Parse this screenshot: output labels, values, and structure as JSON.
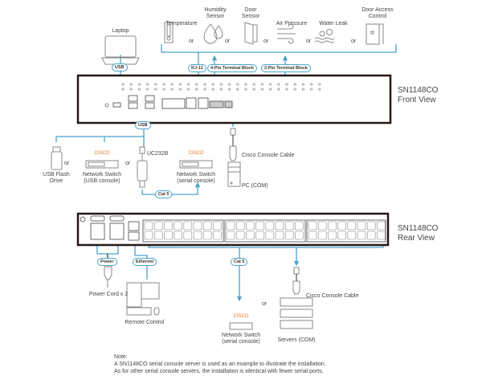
{
  "title": "SN1148CO installation diagram",
  "colors": {
    "line": "#4aa3cc",
    "device": "#231815",
    "icon": "#888888",
    "cisco": "#e8751a"
  },
  "sensors": [
    {
      "label": "Temperature",
      "icon": "thermometer-icon"
    },
    {
      "label": "Humidity\nSensor",
      "icon": "humidity-icon"
    },
    {
      "label": "Door\nSensor",
      "icon": "door-sensor-icon"
    },
    {
      "label": "Air Pressure",
      "icon": "wind-icon"
    },
    {
      "label": "Water Leak",
      "icon": "water-leak-icon"
    },
    {
      "label": "Door Access\nControl",
      "icon": "door-access-icon"
    }
  ],
  "or": "or",
  "pills": {
    "usb_laptop": "USB",
    "rj11": "RJ-11",
    "pin4": "4-Pin Terminal Block",
    "pin2": "2-Pin Terminal Block",
    "usb_front": "USB",
    "cat5_front": "Cat 5",
    "power": "Power",
    "ethernet": "Ethernet",
    "cat5_rear": "Cat 5"
  },
  "front": {
    "laptop": "Laptop",
    "model": "SN1148CO",
    "view": "Front View",
    "usb_flash": "USB Flash\nDrive",
    "switch_usb": "Network Switch\n(USB console)",
    "uc232b": "UC232B",
    "switch_serial": "Network Switch\n(serial console)",
    "cisco_cable": "Cisco Console Cable",
    "pc_com": "PC (COM)",
    "cisco_logo": "CISCO"
  },
  "rear": {
    "model": "SN1148CO",
    "view": "Rear View",
    "power_cord": "Power Cord x 2",
    "remote": "Remote Control",
    "switch_serial": "Network Switch\n(serial console)",
    "cisco_cable": "Cisco Console Cable",
    "servers": "Servers (COM)",
    "cisco_logo": "CISCO"
  },
  "note": {
    "heading": "Note:",
    "line1": "A SN1148CO serial console server is used as an example to illustrate the installation.",
    "line2": "As for other serial console servers, the installation is identical with fewer serial ports."
  }
}
